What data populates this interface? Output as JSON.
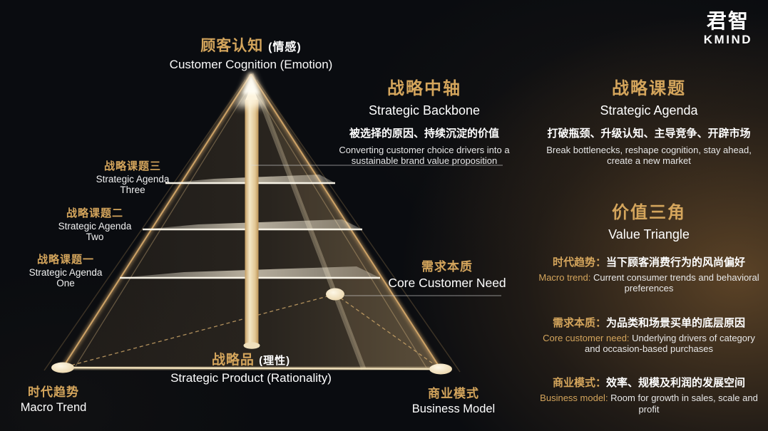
{
  "logo": {
    "cn": "君智",
    "en": "KMIND"
  },
  "colors": {
    "gold": "#D4A55C",
    "node_cream": "#F2E4C2",
    "background": "#0a0c10"
  },
  "pyramid": {
    "apex_label": {
      "cn": "顾客认知",
      "cn_sub": "(情感)",
      "en": "Customer Cognition (Emotion)"
    },
    "left_labels": [
      {
        "cn": "战略课题三",
        "en_line1": "Strategic Agenda",
        "en_line2": "Three"
      },
      {
        "cn": "战略课题二",
        "en_line1": "Strategic Agenda",
        "en_line2": "Two"
      },
      {
        "cn": "战略课题一",
        "en_line1": "Strategic Agenda",
        "en_line2": "One"
      }
    ],
    "core_need": {
      "cn": "需求本质",
      "en": "Core Customer Need"
    },
    "product": {
      "cn": "战略品",
      "cn_sub": "(理性)",
      "en": "Strategic Product (Rationality)"
    },
    "macro_trend": {
      "cn": "时代趋势",
      "en": "Macro Trend"
    },
    "business_model": {
      "cn": "商业模式",
      "en": "Business Model"
    }
  },
  "panels": {
    "backbone": {
      "title_cn": "战略中轴",
      "title_en": "Strategic Backbone",
      "desc_cn": "被选择的原因、持续沉淀的价值",
      "desc_en": "Converting customer choice drivers into a sustainable brand value proposition"
    },
    "agenda": {
      "title_cn": "战略课题",
      "title_en": "Strategic Agenda",
      "desc_cn": "打破瓶颈、升级认知、主导竞争、开辟市场",
      "desc_en": "Break bottlenecks, reshape cognition, stay ahead, create a new market"
    },
    "value_triangle": {
      "title_cn": "价值三角",
      "title_en": "Value Triangle",
      "items": [
        {
          "term_cn": "时代趋势：",
          "desc_cn": "当下顾客消费行为的风尚偏好",
          "term_en": "Macro trend: ",
          "desc_en": "Current consumer trends and behavioral preferences"
        },
        {
          "term_cn": "需求本质：",
          "desc_cn": "为品类和场景买单的底层原因",
          "term_en": "Core customer need: ",
          "desc_en": "Underlying drivers of category and occasion-based purchases"
        },
        {
          "term_cn": "商业模式：",
          "desc_cn": "效率、规模及利润的发展空间",
          "term_en": "Business model: ",
          "desc_en": "Room for growth in sales, scale and profit"
        }
      ]
    }
  }
}
